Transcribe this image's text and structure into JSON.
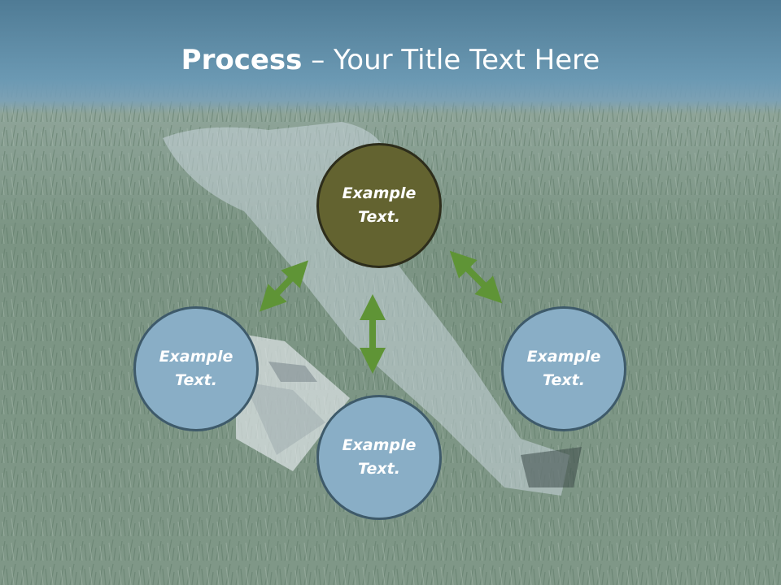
{
  "title": {
    "bold": "Process",
    "separator": " – ",
    "rest": "Your Title Text Here"
  },
  "nodes": [
    {
      "text": "Example Text.",
      "role": "top"
    },
    {
      "text": "Example Text.",
      "role": "left"
    },
    {
      "text": "Example Text.",
      "role": "right"
    },
    {
      "text": "Example Text.",
      "role": "bottom"
    }
  ],
  "colors": {
    "header": "#5f8fa9",
    "node_fill": "#89aec6",
    "center_fill": "#636330",
    "arrow": "#5f9436"
  }
}
